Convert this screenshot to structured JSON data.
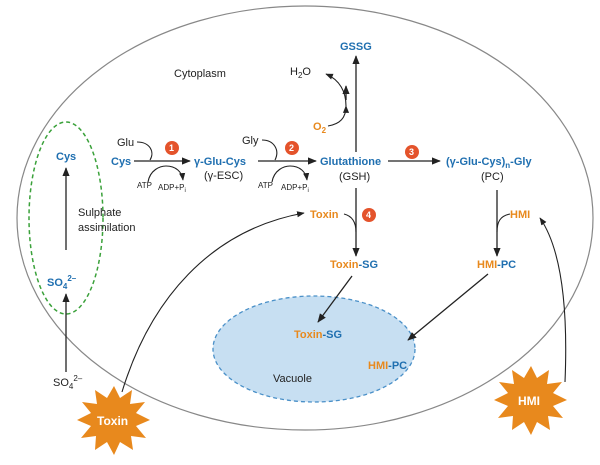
{
  "labels": {
    "cytoplasm": "Cytoplasm",
    "vacuole": "Vacuole",
    "sulphate_assimilation_1": "Sulphate",
    "sulphate_assimilation_2": "assimilation",
    "cys_top": "Cys",
    "so4_inner": "SO",
    "so4_inner_sub": "4",
    "so4_inner_sup": "2–",
    "so4_outer": "SO",
    "so4_outer_sub": "4",
    "so4_outer_sup": "2–",
    "glu": "Glu",
    "cys": "Cys",
    "atp1": "ATP",
    "adp1": "ADP+P",
    "adp1_sub": "i",
    "gamma_glu_cys": "γ-Glu-Cys",
    "gamma_esc": "(γ-ESC)",
    "gly": "Gly",
    "atp2": "ATP",
    "adp2": "ADP+P",
    "adp2_sub": "i",
    "glutathione": "Glutathione",
    "gsh": "(GSH)",
    "gssg": "GSSG",
    "h2o": "H",
    "h2o_sub": "2",
    "h2o_end": "O",
    "o2": "O",
    "o2_sub": "2",
    "pc_formula_a": "(γ-Glu-Cys)",
    "pc_formula_sub": "n",
    "pc_formula_b": "-Gly",
    "pc": "(PC)",
    "toxin": "Toxin",
    "toxin_sg_orange": "Toxin",
    "toxin_sg_blue": "-SG",
    "toxin_sg_v_orange": "Toxin",
    "toxin_sg_v_blue": "-SG",
    "hmi": "HMI",
    "hmi_pc_orange": "HMI",
    "hmi_pc_blue": "-PC",
    "hmi_pc_v_orange": "HMI",
    "hmi_pc_v_blue": "-PC",
    "toxin_star": "Toxin",
    "hmi_star": "HMI"
  },
  "steps": [
    "1",
    "2",
    "3",
    "4"
  ],
  "colors": {
    "blue": "#1f6fb0",
    "orange": "#e8891d",
    "step_red": "#e4532b",
    "vacuole_fill": "#c7dff2",
    "vacuole_border": "#4a90c8",
    "plastid_border": "#3aa13a"
  }
}
